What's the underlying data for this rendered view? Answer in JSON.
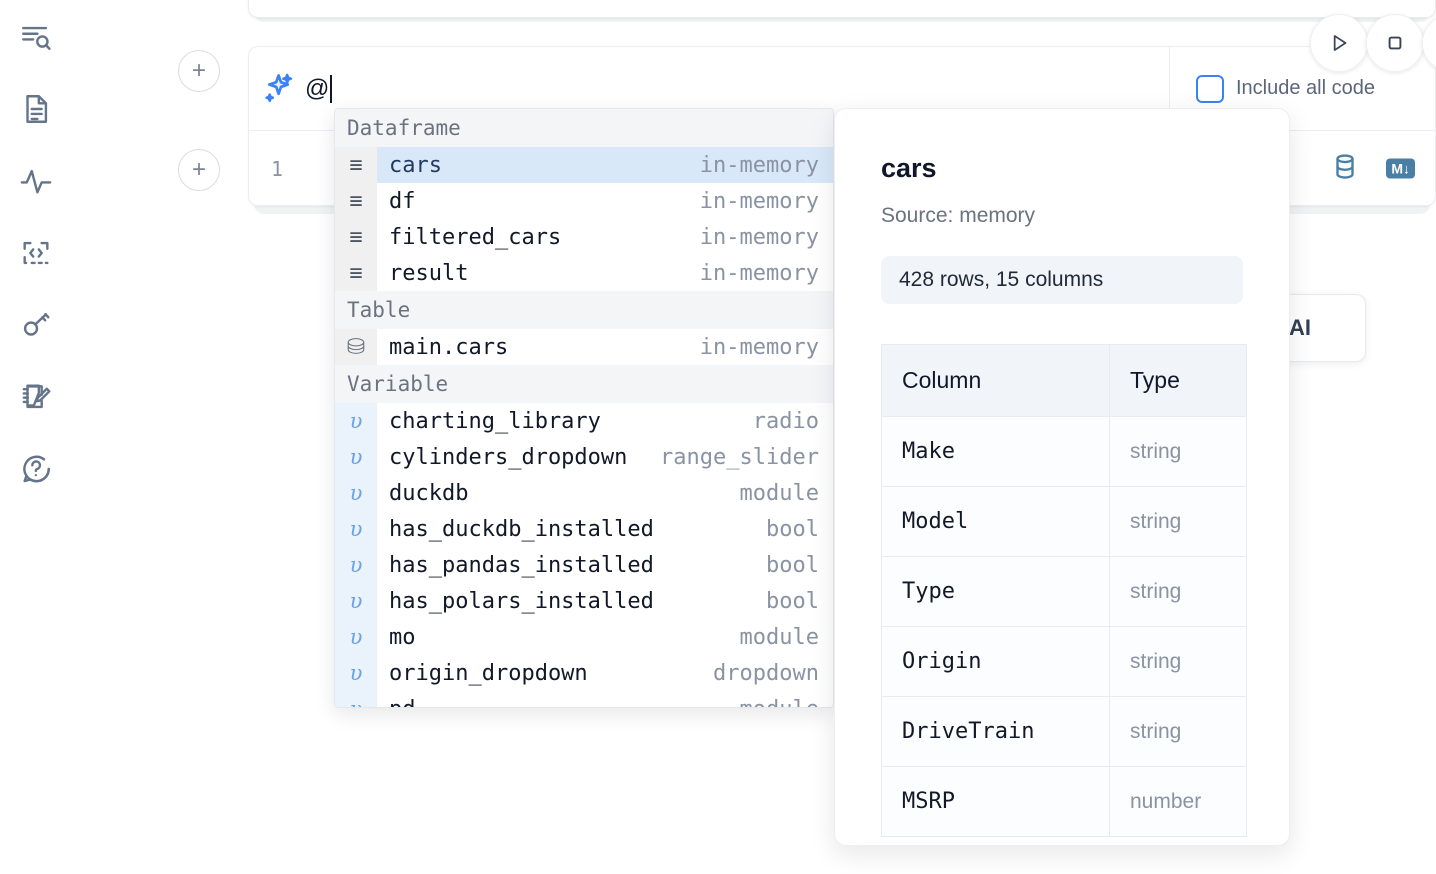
{
  "sidebar": {
    "items": [
      {
        "name": "outline-search-icon",
        "label": ""
      },
      {
        "name": "document-icon",
        "label": ""
      },
      {
        "name": "activity-icon",
        "label": ""
      },
      {
        "name": "code-snippet-icon",
        "label": ""
      },
      {
        "name": "key-icon",
        "label": ""
      },
      {
        "name": "scratchpad-edit-icon",
        "label": ""
      },
      {
        "name": "help-icon",
        "label": ""
      }
    ]
  },
  "toolbar": {
    "run_label": "▷",
    "stop_label": "□"
  },
  "ai_cell": {
    "prompt_value": "@",
    "include_all_code_label": "Include all code",
    "line_number": "1"
  },
  "ai_hint_card": {
    "label": "h AI"
  },
  "add_buttons": {
    "label": "+"
  },
  "autocomplete": {
    "sections": [
      {
        "title": "Dataframe",
        "kind": "df",
        "glyph": "≡",
        "items": [
          {
            "name": "cars",
            "type": "in-memory",
            "selected": true
          },
          {
            "name": "df",
            "type": "in-memory",
            "selected": false
          },
          {
            "name": "filtered_cars",
            "type": "in-memory",
            "selected": false
          },
          {
            "name": "result",
            "type": "in-memory",
            "selected": false
          }
        ]
      },
      {
        "title": "Table",
        "kind": "tb",
        "glyph": "⛁",
        "items": [
          {
            "name": "main.cars",
            "type": "in-memory",
            "selected": false
          }
        ]
      },
      {
        "title": "Variable",
        "kind": "vr",
        "glyph": "υ",
        "items": [
          {
            "name": "charting_library",
            "type": "radio",
            "selected": false
          },
          {
            "name": "cylinders_dropdown",
            "type": "range_slider",
            "selected": false
          },
          {
            "name": "duckdb",
            "type": "module",
            "selected": false
          },
          {
            "name": "has_duckdb_installed",
            "type": "bool",
            "selected": false
          },
          {
            "name": "has_pandas_installed",
            "type": "bool",
            "selected": false
          },
          {
            "name": "has_polars_installed",
            "type": "bool",
            "selected": false
          },
          {
            "name": "mo",
            "type": "module",
            "selected": false
          },
          {
            "name": "origin_dropdown",
            "type": "dropdown",
            "selected": false
          },
          {
            "name": "pd",
            "type": "module",
            "selected": false
          }
        ]
      }
    ]
  },
  "info_panel": {
    "title": "cars",
    "source": "Source: memory",
    "shape": "428 rows, 15 columns",
    "headers": [
      "Column",
      "Type"
    ],
    "rows": [
      {
        "column": "Make",
        "type": "string"
      },
      {
        "column": "Model",
        "type": "string"
      },
      {
        "column": "Type",
        "type": "string"
      },
      {
        "column": "Origin",
        "type": "string"
      },
      {
        "column": "DriveTrain",
        "type": "string"
      },
      {
        "column": "MSRP",
        "type": "number"
      }
    ]
  },
  "colors": {
    "accent_blue": "#3b82f6",
    "selection_blue": "#d9e8f9",
    "icon_steel": "#4a7fa5",
    "muted_text": "#8a93a3"
  }
}
